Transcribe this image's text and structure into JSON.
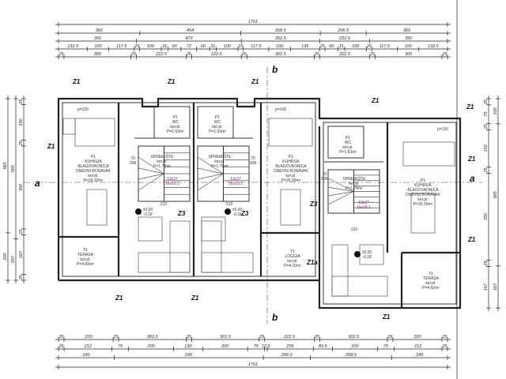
{
  "dimensions": {
    "top": [
      [
        "1761"
      ],
      [
        "366",
        "454",
        "358.5",
        "206.5",
        "366"
      ],
      [
        "350",
        "470",
        "352.5",
        "222.5",
        "350"
      ],
      [
        "132.5",
        "100",
        "117.5",
        "25",
        "100",
        "31",
        "60",
        "72",
        "60",
        "31",
        "100",
        "25",
        "117.5",
        "100",
        "135",
        "25",
        "60",
        "31",
        "100",
        "25",
        "117.5",
        "100",
        "132.5"
      ],
      [
        "25",
        "300",
        "25",
        "222.5",
        "25",
        "222.5",
        "25",
        "302.5",
        "25",
        "222.5",
        "25",
        "300",
        "25"
      ]
    ],
    "bottom": [
      [
        "25",
        "220",
        "25",
        "302.5",
        "25",
        "302.5",
        "25",
        "222.5",
        "25",
        "302.5",
        "25",
        "220",
        "25"
      ],
      [
        "25",
        "212",
        "75",
        "200",
        "130",
        "200",
        "75",
        "12.5",
        "205",
        "85.5",
        "200",
        "75",
        "212",
        "25"
      ],
      [
        "245",
        "656",
        "206.5",
        "358.5",
        "245"
      ],
      [
        "1761"
      ]
    ],
    "left": [
      [
        "565",
        "200"
      ],
      [
        "565",
        "167"
      ],
      [
        "25",
        "150",
        "25",
        "350",
        "25",
        "167",
        "25"
      ]
    ],
    "right": [
      [
        "25",
        "75",
        "25",
        "150",
        "25",
        "350",
        "25",
        "167"
      ],
      [
        "100",
        "565",
        "167"
      ]
    ]
  },
  "section_markers": {
    "a": "a",
    "b": "b"
  },
  "wall_tags": {
    "z1": "Z1",
    "z3": "Z3",
    "z1a": "Z1a"
  },
  "rooms": {
    "living_left": [
      "P1",
      "KUHINJA",
      "BLAGOVAONICA",
      "DNEVNI BORAVAK",
      "ker.pl.",
      "P=26.30m²"
    ],
    "living_mid": [
      "P1",
      "KUHINJA",
      "BLAGOVAONICA",
      "DNEVNI BORAVAK",
      "ker.pl.",
      "P=26.30m²"
    ],
    "living_right": [
      "P1",
      "KUHINJA",
      "BLAGOVAONICA",
      "DNEVNI BORAVAK",
      "ker.pl.",
      "P=26.30m²"
    ],
    "wc": [
      "P1",
      "WC",
      "ker.pl.",
      "P=1.63m²"
    ],
    "storage": [
      "SPREMIŠTE",
      "ker.pl.",
      "P=1.78m²"
    ],
    "terrace_left": [
      "T1",
      "TERASA",
      "ker.pl.",
      "P=4.60m²"
    ],
    "loggia": [
      "T1",
      "LOGGIA",
      "ker.pl.",
      "P=4.10m²"
    ],
    "terrace_right": [
      "T1",
      "TERASA",
      "ker.pl.",
      "P=4.60m²"
    ],
    "stairs": [
      "13x27",
      "16x18.1"
    ],
    "stair_width": "232",
    "stair_width2": "212",
    "elevation": [
      "±0.00",
      "-0.18"
    ],
    "door": [
      "70",
      "208"
    ],
    "window": [
      "p=100"
    ]
  }
}
